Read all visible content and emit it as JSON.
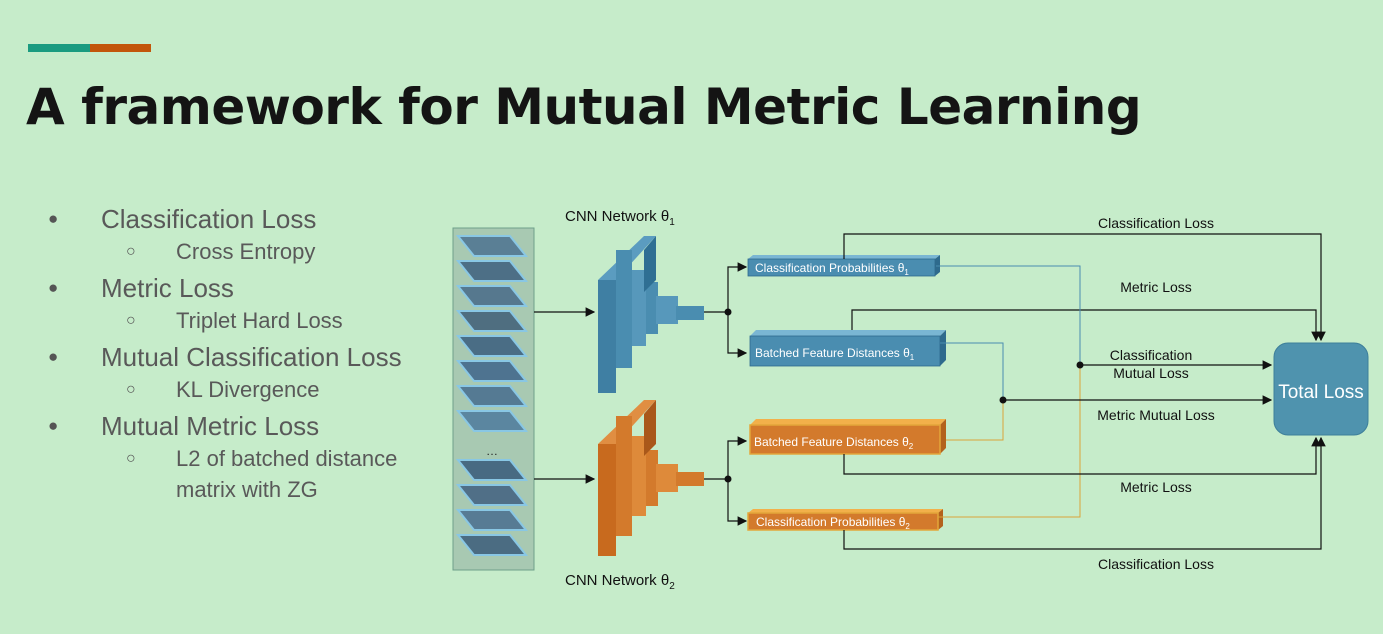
{
  "slide": {
    "title": "A framework for Mutual Metric Learning",
    "colors": {
      "background": "#c6ecca",
      "accent_teal": "#1a9b80",
      "accent_orange": "#c2560b"
    }
  },
  "bullets": [
    {
      "text": "Classification Loss",
      "sub": [
        "Cross Entropy"
      ]
    },
    {
      "text": "Metric Loss",
      "sub": [
        "Triplet Hard Loss"
      ]
    },
    {
      "text": "Mutual Classification Loss",
      "sub": [
        "KL Divergence"
      ]
    },
    {
      "text": "Mutual Metric Loss",
      "sub": [
        "L2 of batched distance matrix with ZG"
      ]
    }
  ],
  "diagram": {
    "cnn_top_label": "CNN Network θ",
    "cnn_top_sub": "1",
    "cnn_bottom_label": "CNN Network θ",
    "cnn_bottom_sub": "2",
    "box_cls_top": "Classification Probabilities θ",
    "box_cls_top_sub": "1",
    "box_feat_top": "Batched Feature Distances θ",
    "box_feat_top_sub": "1",
    "box_feat_bottom": "Batched Feature Distances θ",
    "box_feat_bottom_sub": "2",
    "box_cls_bottom": "Classification Probabilities θ",
    "box_cls_bottom_sub": "2",
    "total_loss": "Total Loss",
    "edge_labels": {
      "cls_loss_top": "Classification Loss",
      "metric_loss_top": "Metric Loss",
      "cls_mutual_1": "Classification",
      "cls_mutual_2": "Mutual Loss",
      "metric_mutual": "Metric Mutual Loss",
      "metric_loss_bottom": "Metric Loss",
      "cls_loss_bottom": "Classification Loss"
    },
    "colors": {
      "blue": "#4a8db0",
      "orange": "#d37a2c",
      "total_loss": "#4f93ae"
    }
  }
}
